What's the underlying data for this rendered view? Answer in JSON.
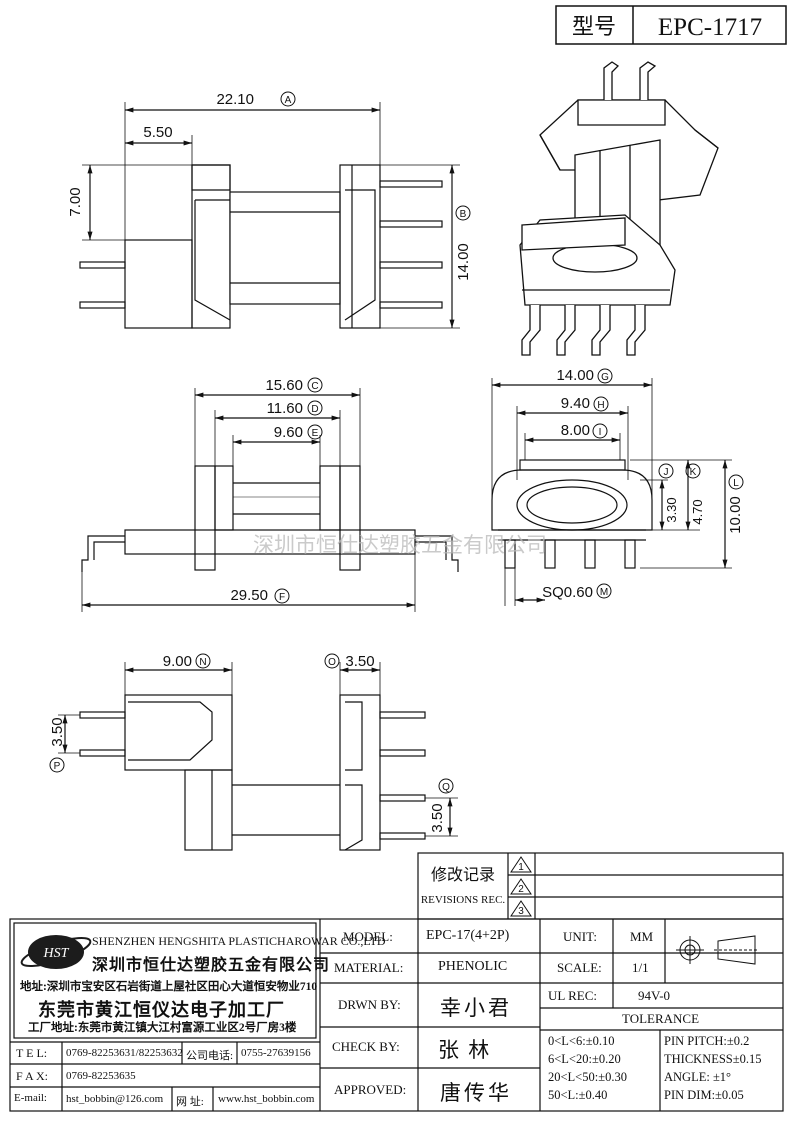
{
  "header": {
    "type_label": "型号",
    "model_code": "EPC-1717"
  },
  "top_view": {
    "dim_a": "22.10",
    "mark_a": "A",
    "dim_left": "5.50",
    "dim_height": "7.00",
    "dim_b": "14.00",
    "mark_b": "B"
  },
  "side_view": {
    "dim_c": "15.60",
    "mark_c": "C",
    "dim_d": "11.60",
    "mark_d": "D",
    "dim_e": "9.60",
    "mark_e": "E",
    "dim_f": "29.50",
    "mark_f": "F"
  },
  "end_view": {
    "dim_g": "14.00",
    "mark_g": "G",
    "dim_h": "9.40",
    "mark_h": "H",
    "dim_i": "8.00",
    "mark_i": "I",
    "mark_j": "J",
    "mark_k": "K",
    "dim_330": "3.30",
    "dim_470": "4.70",
    "dim_l": "10.00",
    "mark_l": "L",
    "dim_m": "SQ0.60",
    "mark_m": "M"
  },
  "bottom_view": {
    "dim_n": "9.00",
    "mark_n": "N",
    "mark_o": "O",
    "dim_o": "3.50",
    "dim_p": "3.50",
    "mark_p": "P",
    "dim_q": "3.50",
    "mark_q": "Q"
  },
  "watermark": "深圳市恒仕达塑胶五金有限公司",
  "revision": {
    "title_cn": "修改记录",
    "title_en": "REVISIONS REC.",
    "marks": [
      "1",
      "2",
      "3"
    ]
  },
  "company": {
    "logo_text": "HST",
    "name_en": "SHENZHEN HENGSHITA PLASTICHAROWAR CO.,LTD",
    "name_cn": "深圳市恒仕达塑胶五金有限公司",
    "address": "地址:深圳市宝安区石岩街道上屋社区田心大道恒安物业710",
    "factory_name": "东莞市黄江恒仪达电子加工厂",
    "factory_address": "工厂地址:东莞市黄江镇大江村富源工业区2号厂房3楼",
    "tel_label": "T E L:",
    "tel": "0769-82253631/82253632",
    "phone_label": "公司电话:",
    "phone": "0755-27639156",
    "fax_label": "F A X:",
    "fax": "0769-82253635",
    "email_label": "E-mail:",
    "email": "hst_bobbin@126.com",
    "web_label": "网  址:",
    "web": "www.hst_bobbin.com"
  },
  "title_block": {
    "model_label": "MODEL:",
    "model_value": "EPC-17(4+2P)",
    "unit_label": "UNIT:",
    "unit_value": "MM",
    "material_label": "MATERIAL:",
    "material_value": "PHENOLIC",
    "scale_label": "SCALE:",
    "scale_value": "1/1",
    "drawn_label": "DRWN BY:",
    "drawn_value": "幸小君",
    "ul_label": "UL REC:",
    "ul_value": "94V-0",
    "tolerance_label": "TOLERANCE",
    "check_label": "CHECK BY:",
    "check_value": "张  林",
    "approved_label": "APPROVED:",
    "approved_value": "唐传华",
    "tolerances": [
      "0<L<6:±0.10",
      "6<L<20:±0.20",
      "20<L<50:±0.30",
      "50<L:±0.40"
    ],
    "pin_specs": [
      "PIN PITCH:±0.2",
      "THICKNESS±0.15",
      "ANGLE: ±1°",
      "PIN DIM:±0.05"
    ]
  }
}
